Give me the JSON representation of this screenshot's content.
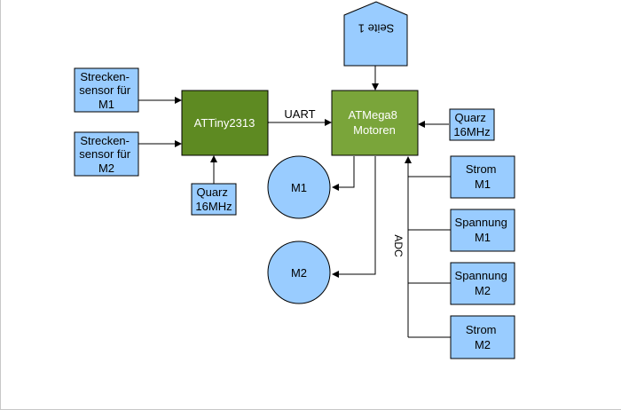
{
  "colors": {
    "light_blue": "#99ccff",
    "dark_green": "#5e8a22",
    "mid_green": "#7aa53a",
    "line": "#000000",
    "frame": "#c8c8c8"
  },
  "nodes": {
    "sensor_m1": [
      "Strecken-",
      "sensor für",
      "M1"
    ],
    "sensor_m2": [
      "Strecken-",
      "sensor für",
      "M2"
    ],
    "attiny": "ATTiny2313",
    "quarz_attiny": [
      "Quarz",
      "16MHz"
    ],
    "uart": "UART",
    "atmega": [
      "ATMega8",
      "Motoren"
    ],
    "quarz_atmega": [
      "Quarz",
      "16MHz"
    ],
    "seite1": "Seite 1",
    "m1": "M1",
    "m2": "M2",
    "adc": "ADC",
    "strom_m1": [
      "Strom",
      "M1"
    ],
    "spannung_m1": [
      "Spannung",
      "M1"
    ],
    "spannung_m2": [
      "Spannung",
      "M2"
    ],
    "strom_m2": [
      "Strom",
      "M2"
    ]
  }
}
